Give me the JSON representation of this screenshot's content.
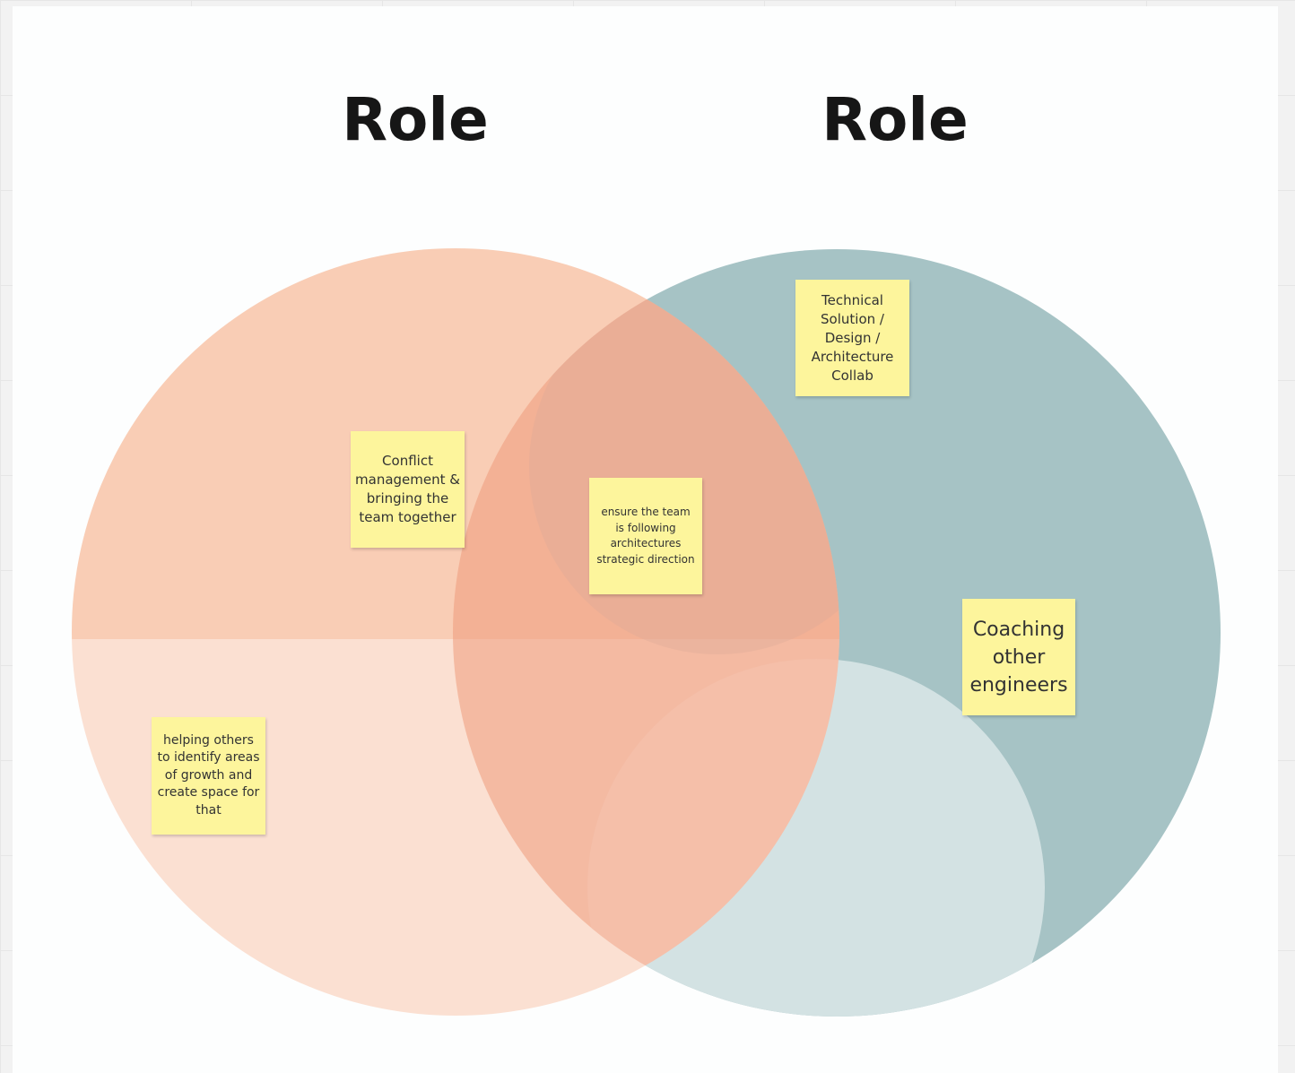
{
  "diagram": {
    "left_title": "Role",
    "right_title": "Role",
    "colors": {
      "left_top": "#f9cdb5",
      "left_bottom": "#fbe0d2",
      "right": "#a6c3c5",
      "right_light": "#d3e2e3",
      "overlap": "#f0906c",
      "sticky": "#fdf59c"
    },
    "stickies": [
      {
        "text": "Technical Solution / Design / Architecture Collab"
      },
      {
        "text": "Conflict management & bringing the team together"
      },
      {
        "text": "ensure the team is following architectures strategic direction"
      },
      {
        "text": "Coaching other engineers"
      },
      {
        "text": "helping others to identify areas of growth and create space for that"
      }
    ]
  }
}
